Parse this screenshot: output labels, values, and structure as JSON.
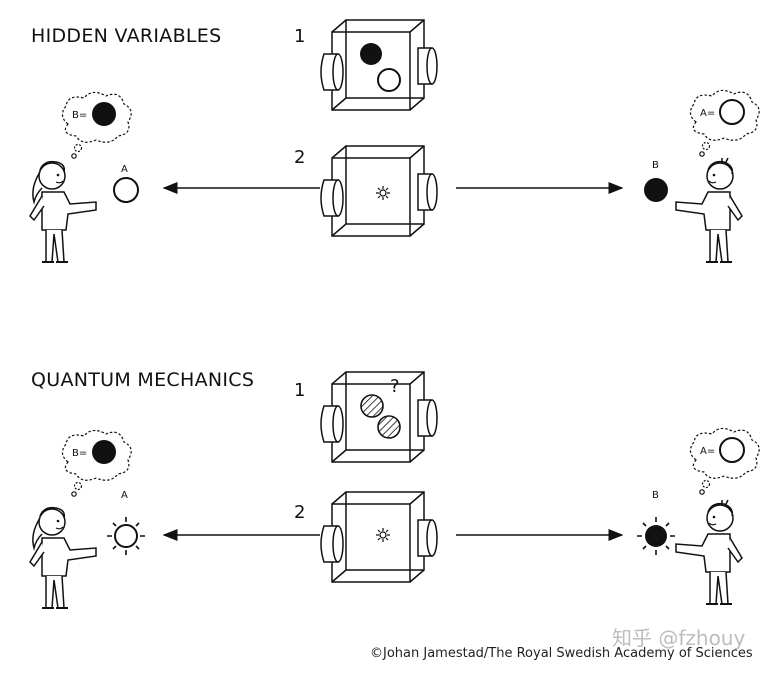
{
  "sections": [
    {
      "title": "HIDDEN VARIABLES",
      "step1": "1",
      "step2": "2",
      "left_thought": "B=",
      "right_thought": "A=",
      "left_ball_label": "A",
      "right_ball_label": "B"
    },
    {
      "title": "QUANTUM MECHANICS",
      "step1": "1",
      "step2": "2",
      "unknown_mark": "?",
      "left_thought": "B=",
      "right_thought": "A=",
      "left_ball_label": "A",
      "right_ball_label": "B"
    }
  ],
  "credit": "©Johan Jamestad/The Royal Swedish Academy of Sciences",
  "watermark": "知乎 @fzhouy",
  "colors": {
    "ink": "#111111",
    "white": "#ffffff",
    "watermark": "#bdbdbd"
  }
}
